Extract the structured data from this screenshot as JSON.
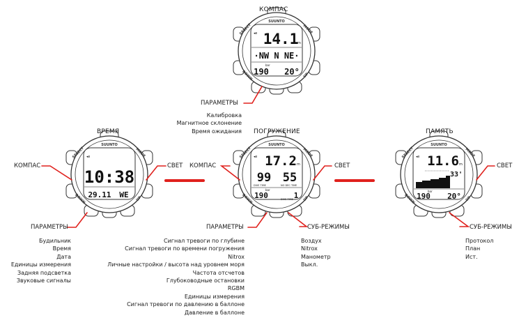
{
  "colors": {
    "accent": "#e0211d",
    "outline": "#333333",
    "lcd": "#111111"
  },
  "brand": "SUUNTO",
  "button_labels": {
    "select": "SELECT",
    "mode": "MODE",
    "down": "DOWN",
    "up": "UP"
  },
  "compass": {
    "title": "КОМПАС",
    "display": {
      "depth": "14.1",
      "unit": "m",
      "headings": "·NW  N  NE·",
      "pressure": "190",
      "pressure_unit": "bar",
      "temp": "20°",
      "mark": "◂ıı"
    },
    "params_label": "ПАРАМЕТРЫ",
    "params": [
      "Калибровка",
      "Магнитное склонение",
      "Время ожидания"
    ]
  },
  "time": {
    "title": "ВРЕМЯ",
    "left_label": "КОМПАС",
    "right_label": "СВЕТ",
    "display": {
      "clock": "10:38",
      "date": "29.11",
      "weekday": "WE",
      "mark": "◂ıı"
    },
    "params_label": "ПАРАМЕТРЫ",
    "params": [
      "Будильник",
      "Время",
      "Дата",
      "Единицы измерения",
      "Задняя подсветка",
      "Звуковые сигналы"
    ]
  },
  "dive": {
    "title": "ПОГРУЖЕНИЕ",
    "left_label": "КОМПАС",
    "right_label": "СВЕТ",
    "display": {
      "depth": "17.2",
      "unit": "m",
      "left_value": "99",
      "right_value": "55",
      "dive_time_label": "DIVE TIME",
      "no_dec_label": "NO DEC TIME",
      "pressure": "190",
      "pressure_unit": "bar",
      "counter": "1",
      "dive_num_label": "DIVE TIME",
      "mark": "◂ıı"
    },
    "params_label": "ПАРАМЕТРЫ",
    "params": [
      "Сигнал тревоги по глубине",
      "Сигнал тревоги по времени погружения",
      "Nitrox",
      "Личные настройки / высота над уровнем моря",
      "Частота отсчетов",
      "Глубоководные остановки",
      "RGBM",
      "Единицы измерения",
      "Сигнал тревоги по давлению в баллоне",
      "Давление в баллоне"
    ],
    "submodes_label": "СУБ-РЕЖИМЫ",
    "submodes": [
      "Воздух",
      "Nitrox",
      "Манометр",
      "Выкл."
    ]
  },
  "memory": {
    "title": "ПАМЯТЬ",
    "right_label": "СВЕТ",
    "display": {
      "depth": "11.6",
      "unit": "m",
      "time": "33'",
      "pressure": "190",
      "pressure_unit": "bar",
      "temp": "20°",
      "mark": "◂ıı"
    },
    "submodes_label": "СУБ-РЕЖИМЫ",
    "submodes": [
      "Протокол",
      "План",
      "Ист."
    ]
  }
}
